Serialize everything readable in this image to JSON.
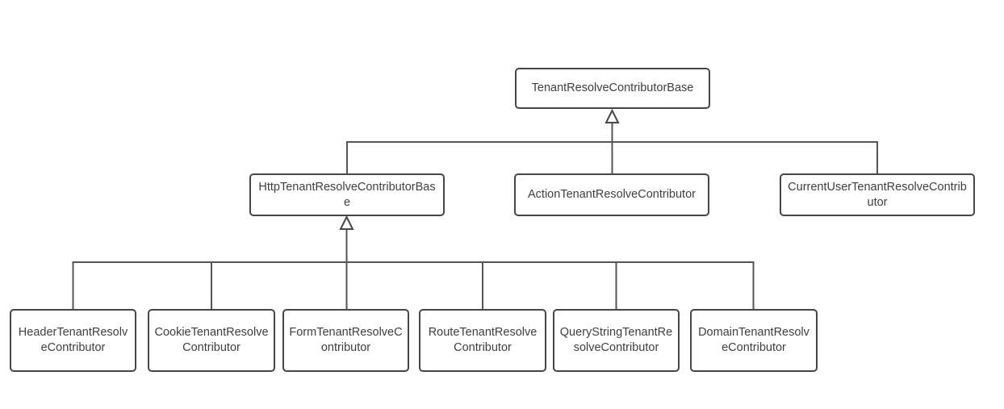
{
  "diagram": {
    "kind": "class-inheritance-diagram",
    "nodes": {
      "root": {
        "label": "TenantResolveContributorBase"
      },
      "http": {
        "label": "HttpTenantResolveContributorBase"
      },
      "action": {
        "label": "ActionTenantResolveContributor"
      },
      "current_user": {
        "label": "CurrentUserTenantResolveContributor"
      },
      "header": {
        "label": "HeaderTenantResolveContributor"
      },
      "cookie": {
        "label": "CookieTenantResolveContributor"
      },
      "form": {
        "label": "FormTenantResolveContributor"
      },
      "route": {
        "label": "RouteTenantResolveContributor"
      },
      "query_string": {
        "label": "QueryStringTenantResolveContributor"
      },
      "domain": {
        "label": "DomainTenantResolveContributor"
      }
    },
    "edges": [
      {
        "from": "HttpTenantResolveContributorBase",
        "to": "TenantResolveContributorBase",
        "type": "inheritance"
      },
      {
        "from": "ActionTenantResolveContributor",
        "to": "TenantResolveContributorBase",
        "type": "inheritance"
      },
      {
        "from": "CurrentUserTenantResolveContributor",
        "to": "TenantResolveContributorBase",
        "type": "inheritance"
      },
      {
        "from": "HeaderTenantResolveContributor",
        "to": "HttpTenantResolveContributorBase",
        "type": "inheritance"
      },
      {
        "from": "CookieTenantResolveContributor",
        "to": "HttpTenantResolveContributorBase",
        "type": "inheritance"
      },
      {
        "from": "FormTenantResolveContributor",
        "to": "HttpTenantResolveContributorBase",
        "type": "inheritance"
      },
      {
        "from": "RouteTenantResolveContributor",
        "to": "HttpTenantResolveContributorBase",
        "type": "inheritance"
      },
      {
        "from": "QueryStringTenantResolveContributor",
        "to": "HttpTenantResolveContributorBase",
        "type": "inheritance"
      },
      {
        "from": "DomainTenantResolveContributor",
        "to": "HttpTenantResolveContributorBase",
        "type": "inheritance"
      }
    ],
    "colors": {
      "line": "#54555b",
      "node_border": "#45464b",
      "node_text": "#3d3e42",
      "background": "#ffffff"
    }
  }
}
